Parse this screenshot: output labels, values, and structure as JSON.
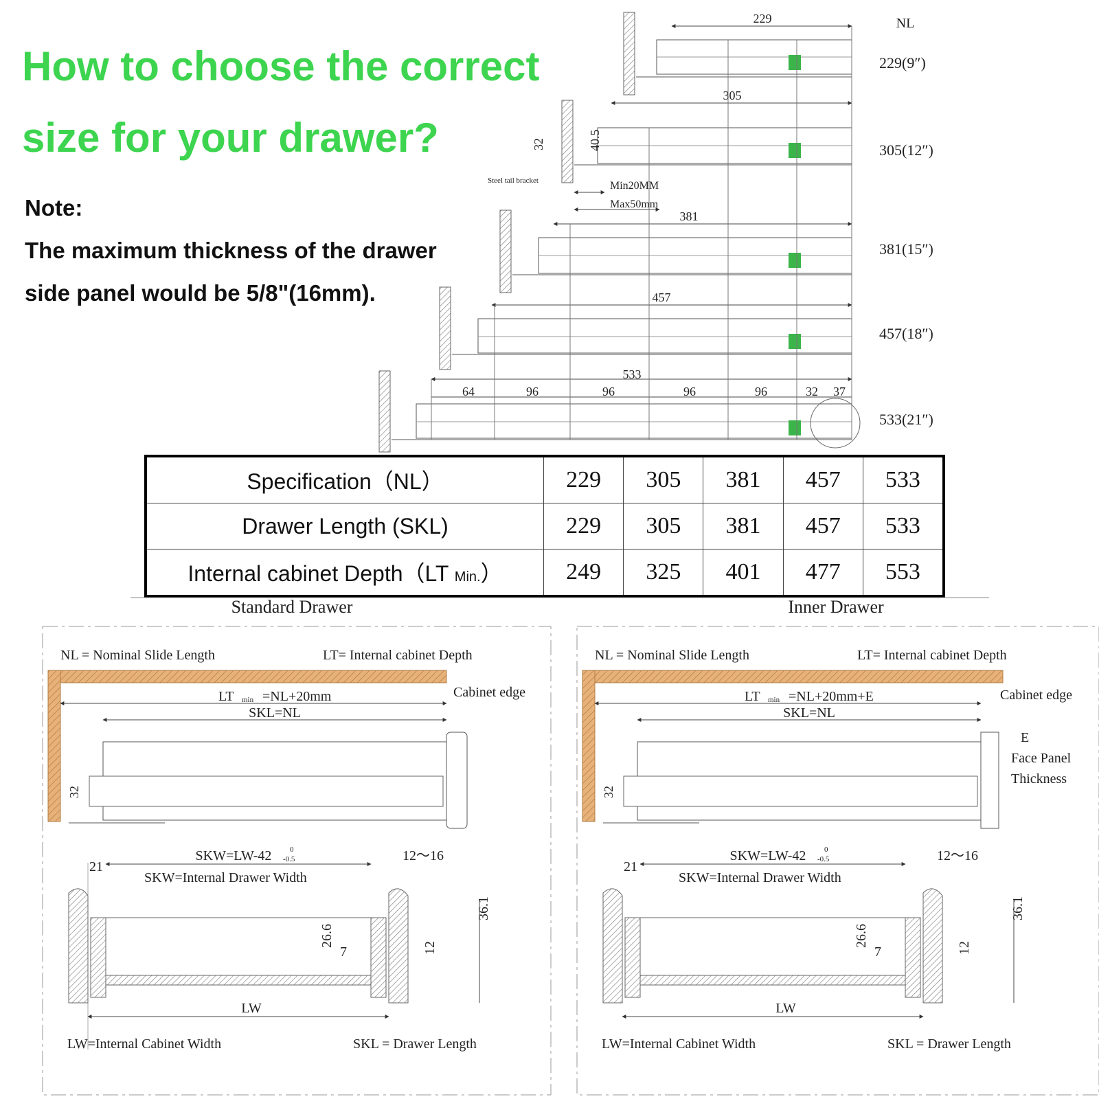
{
  "headline": {
    "line1": "How to choose the correct",
    "line2": "size for your drawer?"
  },
  "note": {
    "label": "Note:",
    "line1": "The maximum thickness of the drawer",
    "line2": "side panel would be 5/8\"(16mm)."
  },
  "slides": {
    "nl_header": "NL",
    "items": [
      {
        "dim": "229",
        "label": "229(9″)"
      },
      {
        "dim": "305",
        "label": "305(12″)"
      },
      {
        "dim": "381",
        "label": "381(15″)"
      },
      {
        "dim": "457",
        "label": "457(18″)"
      },
      {
        "dim": "533",
        "label": "533(21″)"
      }
    ],
    "bracket_label": "Steel tail bracket",
    "dim_32": "32",
    "dim_40_5": "40.5",
    "min_label": "Min20MM",
    "max_label": "Max50mm",
    "spacing": [
      "64",
      "96",
      "96",
      "96",
      "96",
      "32",
      "37"
    ]
  },
  "spec_table": {
    "rows": [
      {
        "label": "Specification（NL）",
        "values": [
          "229",
          "305",
          "381",
          "457",
          "533"
        ]
      },
      {
        "label": "Drawer Length (SKL)",
        "values": [
          "229",
          "305",
          "381",
          "457",
          "533"
        ]
      },
      {
        "label_main": "Internal cabinet Depth（LT",
        "label_sub": "Min.",
        "label_end": "）",
        "values": [
          "249",
          "325",
          "401",
          "477",
          "553"
        ]
      }
    ]
  },
  "panels": {
    "standard": {
      "title": "Standard Drawer",
      "nl_def": "NL = Nominal Slide Length",
      "lt_def": "LT= Internal cabinet Depth",
      "cabinet_edge": "Cabinet edge",
      "lt_formula_main": "LT",
      "lt_formula_sub": "min",
      "lt_formula_rest": "=NL+20mm",
      "skl_formula": "SKL=NL",
      "dim_32": "32",
      "skw_formula": "SKW=LW-42",
      "tol_upper": "0",
      "tol_lower": "-0.5",
      "skw_def": "SKW=Internal Drawer Width",
      "dim_21": "21",
      "dim_12_16": "12～16",
      "dim_26_6": "26.6",
      "dim_7": "7",
      "dim_12": "12",
      "dim_36_1": "36.1",
      "lw_label": "LW",
      "lw_def": "LW=Internal Cabinet Width",
      "skl_def": "SKL = Drawer Length"
    },
    "inner": {
      "title": "Inner Drawer",
      "nl_def": "NL = Nominal Slide Length",
      "lt_def": "LT= Internal cabinet Depth",
      "cabinet_edge": "Cabinet edge",
      "lt_formula_main": "LT",
      "lt_formula_sub": "min",
      "lt_formula_rest": "=NL+20mm+E",
      "skl_formula": "SKL=NL",
      "dim_32": "32",
      "e_label": "E",
      "face1": "Face Panel",
      "face2": "Thickness",
      "skw_formula": "SKW=LW-42",
      "tol_upper": "0",
      "tol_lower": "-0.5",
      "skw_def": "SKW=Internal Drawer Width",
      "dim_21": "21",
      "dim_12_16": "12～16",
      "dim_26_6": "26.6",
      "dim_7": "7",
      "dim_12": "12",
      "dim_36_1": "36.1",
      "lw_label": "LW",
      "lw_def": "LW=Internal Cabinet Width",
      "skl_def": "SKL = Drawer Length"
    }
  },
  "colors": {
    "headline": "#3dd44f",
    "wood": "#d9a56a",
    "latch": "#3bb54a",
    "line": "#444444"
  }
}
